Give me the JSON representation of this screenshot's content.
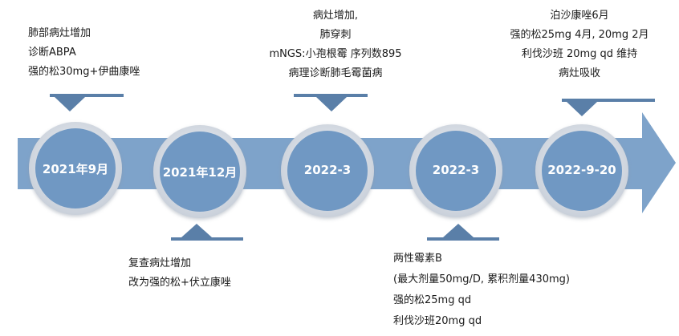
{
  "colors": {
    "arrow": "#7EA3CA",
    "node": "#6F98C3",
    "ring": "#D7DCE3",
    "marker": "#5A7FA8"
  },
  "events": [
    {
      "date": "2021年9月",
      "note": [
        "肺部病灶增加",
        "诊断ABPA",
        "强的松30mg+伊曲康唑"
      ]
    },
    {
      "date": "2021年12月",
      "note": [
        "复查病灶增加",
        "改为强的松+伏立康唑"
      ]
    },
    {
      "date": "2022-3",
      "note": [
        "病灶增加,",
        "肺穿刺",
        "mNGS:小孢根霉 序列数895",
        "病理诊断肺毛霉菌病"
      ]
    },
    {
      "date": "2022-3",
      "note": [
        "两性霉素B",
        "(最大剂量50mg/D, 累积剂量430mg)",
        "强的松25mg qd",
        "利伐沙班20mg qd"
      ]
    },
    {
      "date": "2022-9-20",
      "note": [
        "泊沙康唑6月",
        "强的松25mg 4月, 20mg 2月",
        "利伐沙班 20mg qd 维持",
        "病灶吸收"
      ]
    }
  ]
}
